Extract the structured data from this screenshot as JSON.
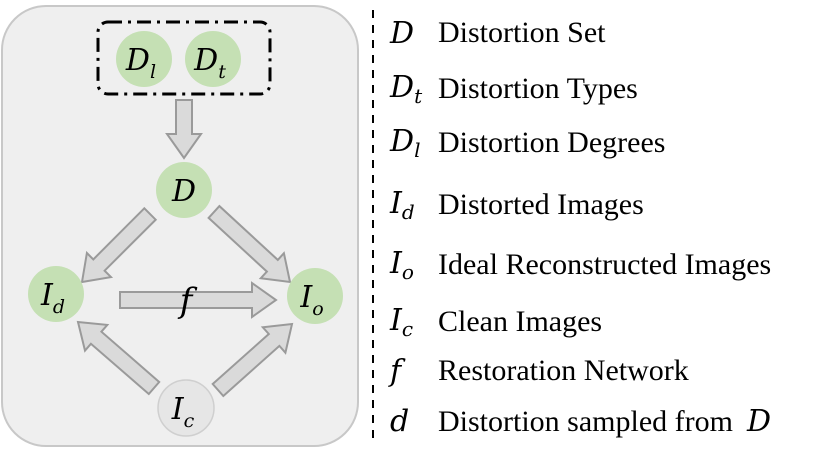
{
  "colors": {
    "panel_fill": "#efefef",
    "panel_stroke": "#c8c8c8",
    "node_green": "#c5e0b4",
    "node_gray": "#e6e6e6",
    "arrow_fill": "#dadada",
    "arrow_stroke": "#9a9a9a"
  },
  "nodes": {
    "dl": {
      "base": "D",
      "sub": "l"
    },
    "dt": {
      "base": "D",
      "sub": "t"
    },
    "d": {
      "base": "D"
    },
    "id": {
      "base": "I",
      "sub": "d"
    },
    "io": {
      "base": "I",
      "sub": "o"
    },
    "ic": {
      "base": "I",
      "sub": "c"
    },
    "f": {
      "base": "f"
    }
  },
  "legend": [
    {
      "base": "D",
      "sub": "",
      "text": "Distortion Set"
    },
    {
      "base": "D",
      "sub": "t",
      "text": "Distortion Types"
    },
    {
      "base": "D",
      "sub": "l",
      "text": "Distortion Degrees"
    },
    {
      "base": "I",
      "sub": "d",
      "text": "Distorted Images"
    },
    {
      "base": "I",
      "sub": "o",
      "text": "Ideal Reconstructed Images"
    },
    {
      "base": "I",
      "sub": "c",
      "text": "Clean Images"
    },
    {
      "base": "f",
      "sub": "",
      "text": "Restoration Network"
    },
    {
      "base": "d",
      "sub": "",
      "text": "Distortion sampled from",
      "suffix": "D"
    }
  ]
}
